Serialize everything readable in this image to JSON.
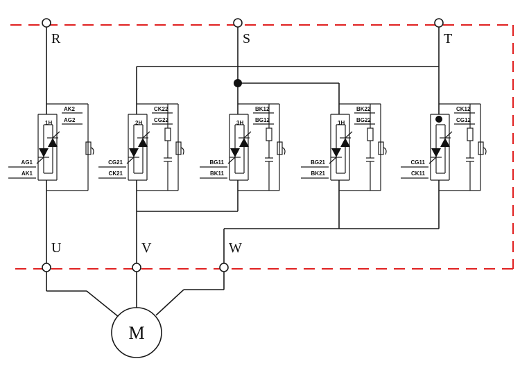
{
  "terminals": {
    "R": "R",
    "S": "S",
    "T": "T",
    "U": "U",
    "V": "V",
    "W": "W"
  },
  "motor": "M",
  "modules": [
    {
      "id": "1H",
      "top_label": "AK2",
      "gate_label": "AG2",
      "lower_label_1": "AG1",
      "lower_label_2": "AK1"
    },
    {
      "id": "2H",
      "top_label": "CK22",
      "gate_label": "CG22",
      "lower_label_1": "CG21",
      "lower_label_2": "CK21"
    },
    {
      "id": "3H",
      "top_label": "BK12",
      "gate_label": "BG12",
      "lower_label_1": "BG11",
      "lower_label_2": "BK11"
    },
    {
      "id": "1H",
      "top_label": "BK22",
      "gate_label": "BG22",
      "lower_label_1": "BG21",
      "lower_label_2": "BK21"
    },
    {
      "id": "",
      "top_label": "CK12",
      "gate_label": "CG12",
      "lower_label_1": "CG11",
      "lower_label_2": "CK11"
    }
  ],
  "colors": {
    "boundary": "#e02020",
    "wire": "#1a1a1a"
  }
}
